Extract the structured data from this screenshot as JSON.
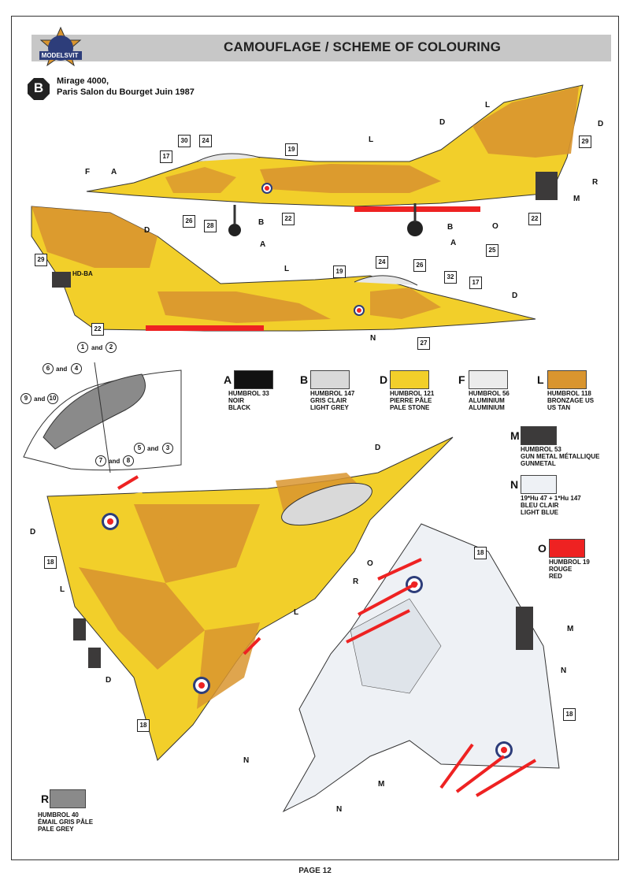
{
  "header": {
    "title": "CAMOUFLAGE / SCHEME OF COLOURING",
    "logo_text": "MODELSVIT"
  },
  "scheme": {
    "badge": "B",
    "title_line1": "Mirage 4000,",
    "title_line2": "Paris Salon du Bourget Juin 1987"
  },
  "colors": [
    {
      "letter": "A",
      "lines": [
        "HUMBROL 33",
        "NOIR",
        "BLACK"
      ],
      "hex": "#111111"
    },
    {
      "letter": "B",
      "lines": [
        "HUMBROL 147",
        "GRIS CLAIR",
        "LIGHT GREY"
      ],
      "hex": "#d9d9d9"
    },
    {
      "letter": "D",
      "lines": [
        "HUMBROL 121",
        "PIERRE PÂLE",
        "PALE STONE"
      ],
      "hex": "#f2cf2a"
    },
    {
      "letter": "F",
      "lines": [
        "HUMBROL 56",
        "ALUMINIUM",
        "ALUMINIUM"
      ],
      "hex": "#ececec"
    },
    {
      "letter": "L",
      "lines": [
        "HUMBROL 118",
        "BRONZAGE US",
        "US TAN"
      ],
      "hex": "#d9952f"
    },
    {
      "letter": "M",
      "lines": [
        "HUMBROL 53",
        "GUN METAL MÉTALLIQUE",
        "GUNMETAL"
      ],
      "hex": "#3c3a3a"
    },
    {
      "letter": "N",
      "lines": [
        "19*Hu 47 + 1*Hu 147",
        "BLEU CLAIR",
        "LIGHT BLUE"
      ],
      "hex": "#eef1f5"
    },
    {
      "letter": "O",
      "lines": [
        "HUMBROL 19",
        "ROUGE",
        "RED"
      ],
      "hex": "#ee2222"
    },
    {
      "letter": "R",
      "lines": [
        "HUMBROL 40",
        "ÉMAIL GRIS PÂLE",
        "PALE GREY"
      ],
      "hex": "#8a8a8a"
    }
  ],
  "callouts": {
    "n17": "17",
    "n19": "19",
    "n22": "22",
    "n24": "24",
    "n25": "25",
    "n26": "26",
    "n27": "27",
    "n28": "28",
    "n29": "29",
    "n30": "30",
    "n32": "32",
    "n18": "18",
    "c1": "1",
    "c2": "2",
    "c3": "3",
    "c4": "4",
    "c5": "5",
    "c6": "6",
    "c7": "7",
    "c8": "8",
    "c9": "9",
    "c10": "10",
    "and": "and"
  },
  "letters": {
    "A": "A",
    "B": "B",
    "D": "D",
    "F": "F",
    "L": "L",
    "M": "M",
    "N": "N",
    "O": "O",
    "R": "R"
  },
  "tail_code": "HD-BA",
  "page": "PAGE 12"
}
